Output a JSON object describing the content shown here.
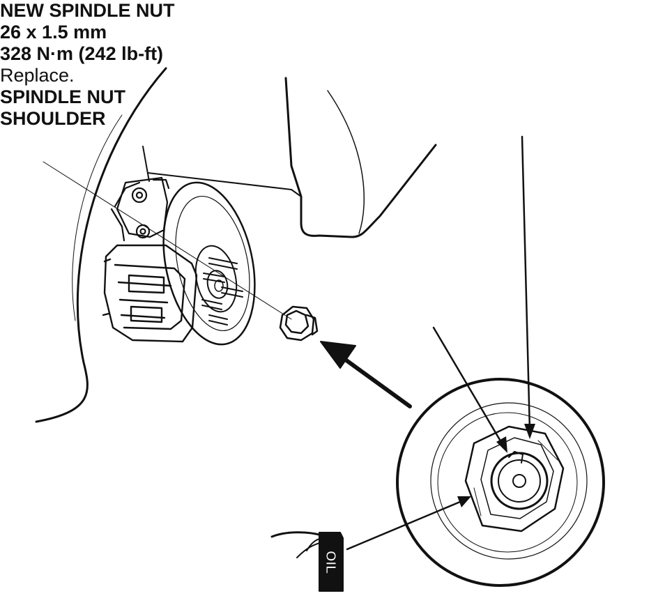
{
  "labels": {
    "new_spindle_nut": {
      "line1": "NEW SPINDLE NUT",
      "line2": "26 x 1.5 mm",
      "line3": "328 N·m (242 lb-ft)",
      "line4": "Replace."
    },
    "spindle_nut_shoulder": {
      "line1": "SPINDLE NUT",
      "line2": "SHOULDER"
    },
    "oil_can": "OIL"
  },
  "colors": {
    "ink": "#111111",
    "background": "#ffffff"
  }
}
